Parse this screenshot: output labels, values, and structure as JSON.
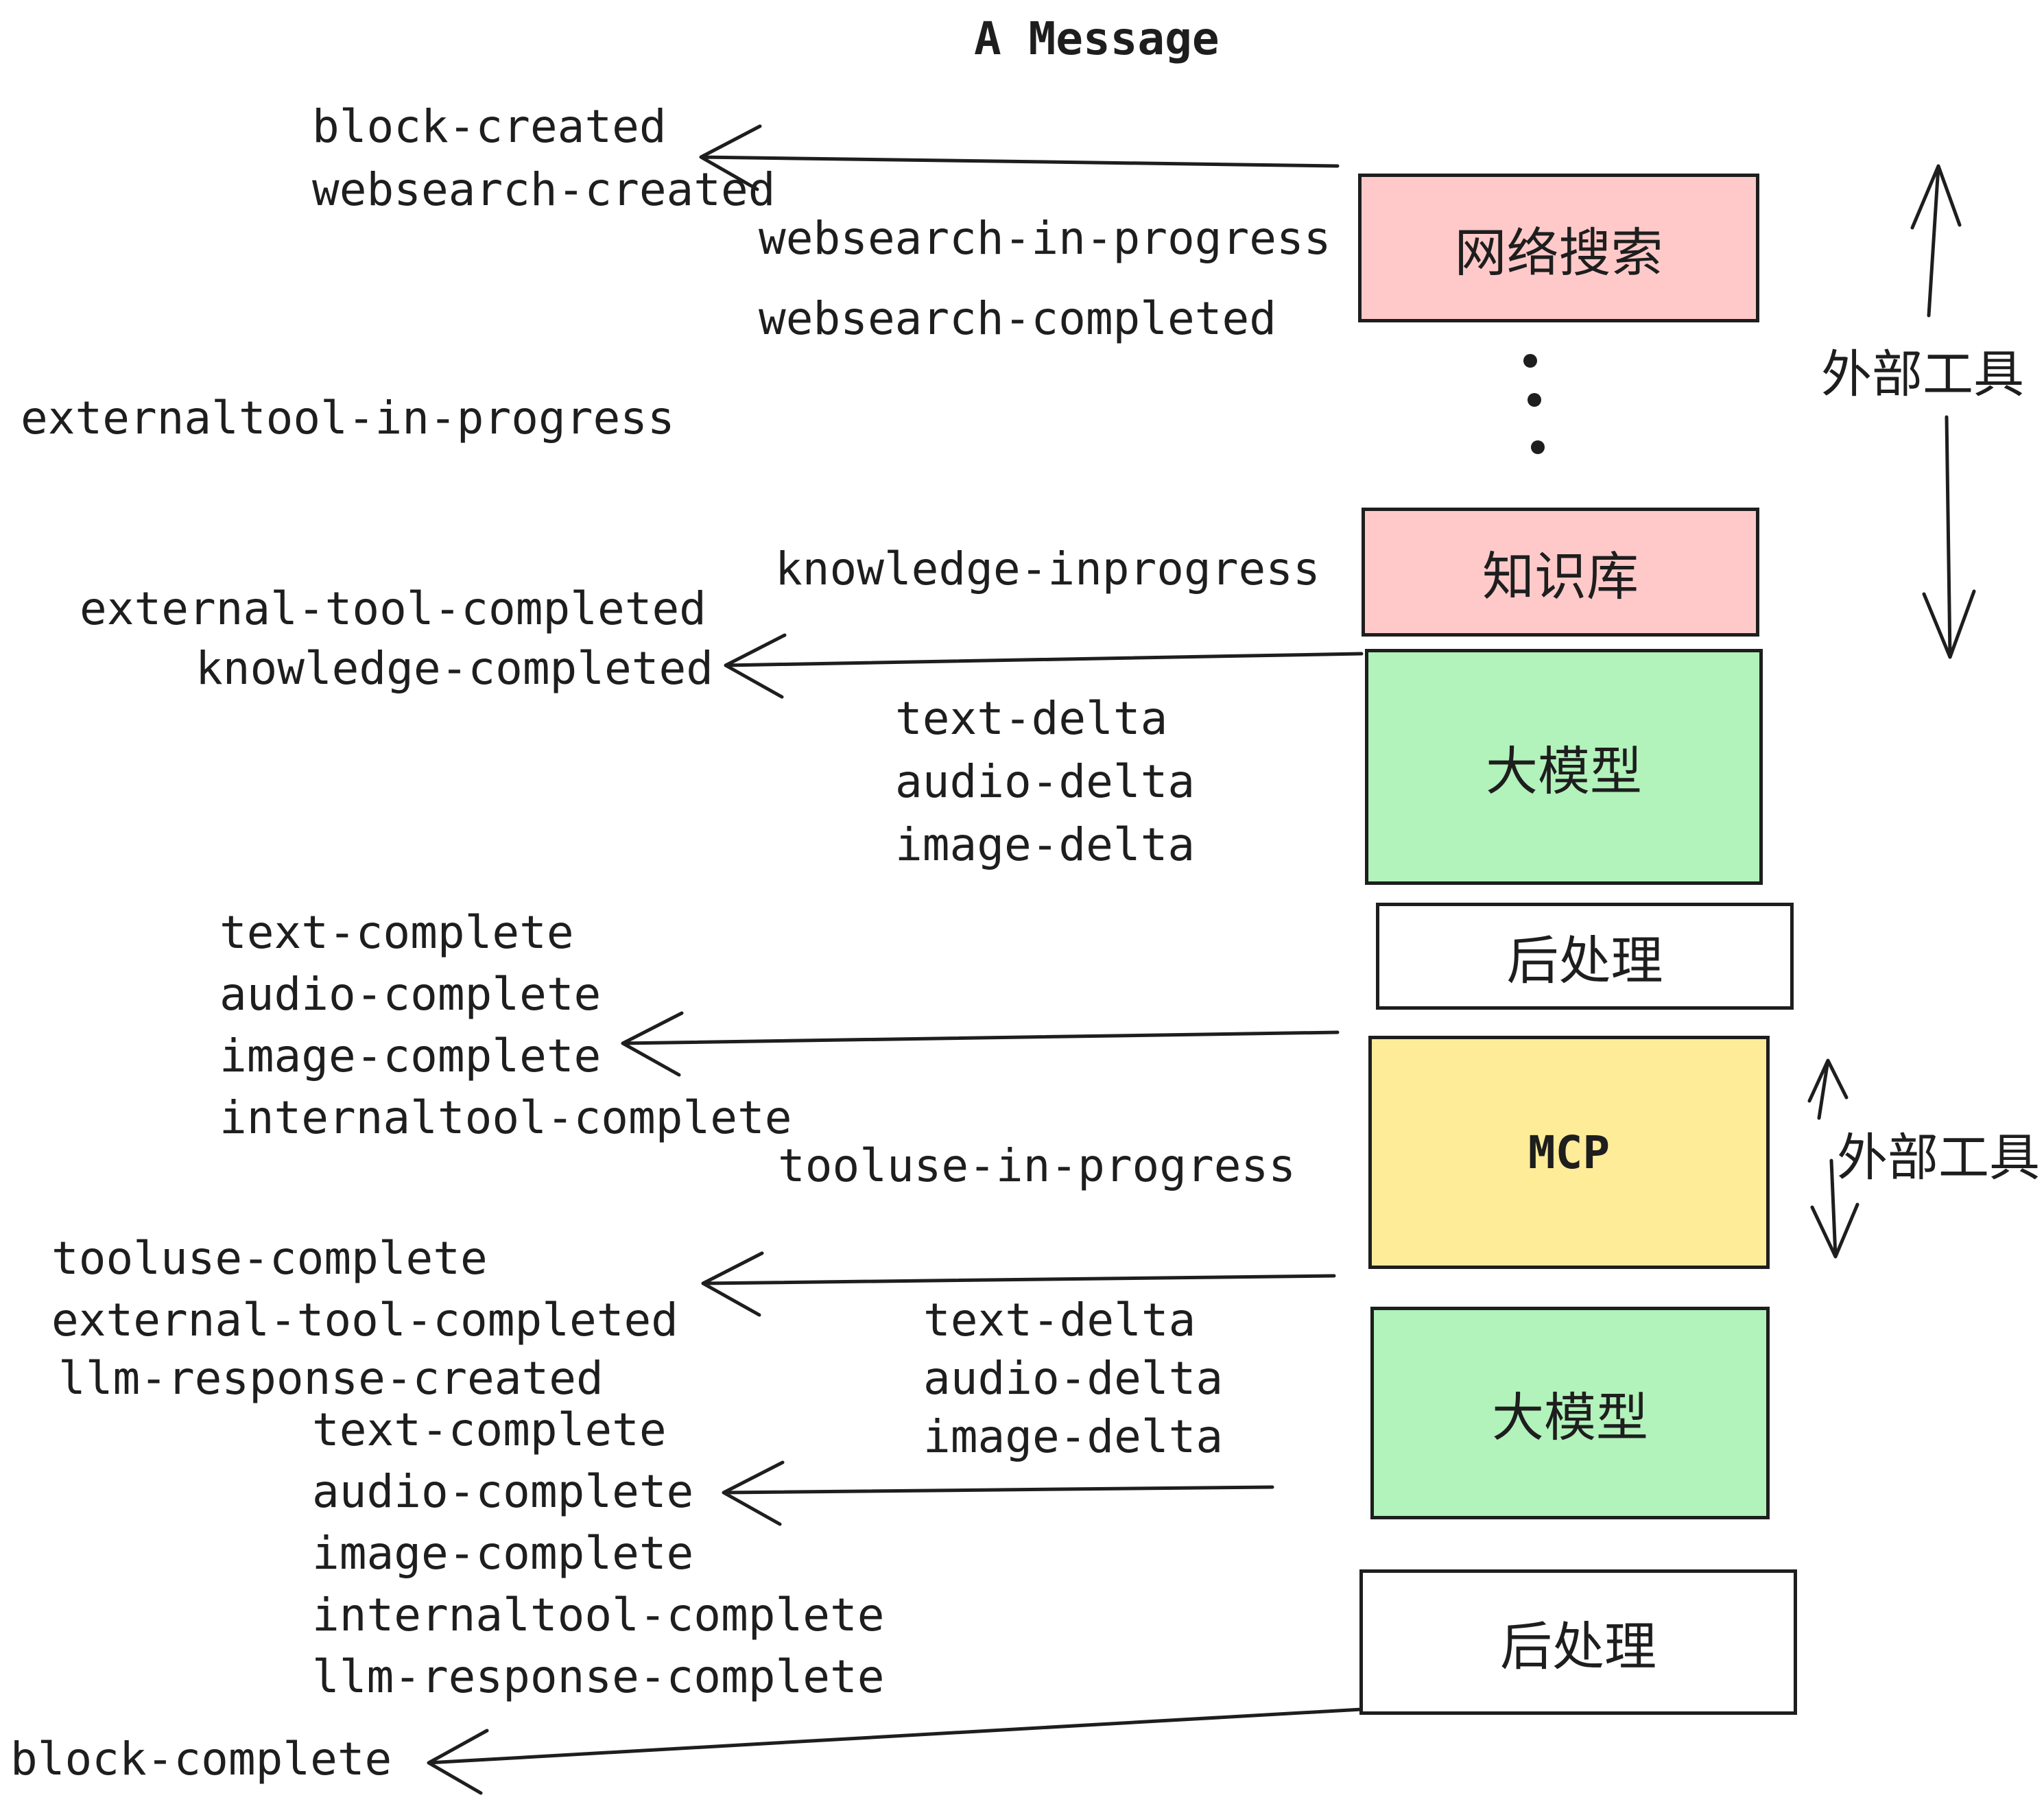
{
  "title": "A Message",
  "colors": {
    "pink": "#ffc9c9",
    "green": "#b2f2bb",
    "yellow": "#ffec99",
    "white": "#ffffff",
    "stroke": "#1e1e1e"
  },
  "boxes": [
    {
      "id": "websearch",
      "label": "网络搜索",
      "color": "#ffc9c9"
    },
    {
      "id": "knowledge",
      "label": "知识库",
      "color": "#ffc9c9"
    },
    {
      "id": "llm-1",
      "label": "大模型",
      "color": "#b2f2bb"
    },
    {
      "id": "postprocess-1",
      "label": "后处理",
      "color": "#ffffff"
    },
    {
      "id": "mcp",
      "label": "MCP",
      "color": "#ffec99"
    },
    {
      "id": "llm-2",
      "label": "大模型",
      "color": "#b2f2bb"
    },
    {
      "id": "postprocess-2",
      "label": "后处理",
      "color": "#ffffff"
    }
  ],
  "side_annotations": [
    {
      "id": "external-tools-top",
      "label": "外部工具"
    },
    {
      "id": "external-tools-mcp",
      "label": "外部工具"
    }
  ],
  "events": {
    "block_created": "block-created",
    "websearch_created": "websearch-created",
    "websearch_in_progress": "websearch-in-progress",
    "websearch_completed": "websearch-completed",
    "externaltool_in_progress": "externaltool-in-progress",
    "knowledge_inprogress": "knowledge-inprogress",
    "external_tool_completed_1": "external-tool-completed",
    "knowledge_completed": "knowledge-completed",
    "text_delta_1": "text-delta",
    "audio_delta_1": "audio-delta",
    "image_delta_1": "image-delta",
    "text_complete_1": "text-complete",
    "audio_complete_1": "audio-complete",
    "image_complete_1": "image-complete",
    "internaltool_complete_1": "internaltool-complete",
    "tooluse_in_progress": "tooluse-in-progress",
    "tooluse_complete": "tooluse-complete",
    "external_tool_completed_2": "external-tool-completed",
    "llm_response_created": "llm-response-created",
    "text_delta_2": "text-delta",
    "audio_delta_2": "audio-delta",
    "image_delta_2": "image-delta",
    "text_complete_2": "text-complete",
    "audio_complete_2": "audio-complete",
    "image_complete_2": "image-complete",
    "internaltool_complete_2": "internaltool-complete",
    "llm_response_complete": "llm-response-complete",
    "block_complete": "block-complete"
  },
  "diagram": {
    "dots_between": "websearch … knowledge (vertical ellipsis)",
    "arrows": [
      {
        "from": "websearch box",
        "to": "block-created / websearch-created",
        "direction": "left"
      },
      {
        "from": "knowledge box",
        "to": "knowledge-completed",
        "direction": "left"
      },
      {
        "from": "postprocess-1 box",
        "to": "image-complete",
        "direction": "left"
      },
      {
        "from": "mcp box",
        "to": "tooluse-complete",
        "direction": "left"
      },
      {
        "from": "llm-2 box",
        "to": "audio-complete",
        "direction": "left"
      },
      {
        "from": "postprocess-2 box",
        "to": "block-complete",
        "direction": "down-left"
      },
      {
        "along": "external tools span (websearch → knowledge)",
        "type": "vertical double arrow"
      },
      {
        "along": "external tools span (mcp)",
        "type": "vertical double arrow"
      }
    ]
  }
}
